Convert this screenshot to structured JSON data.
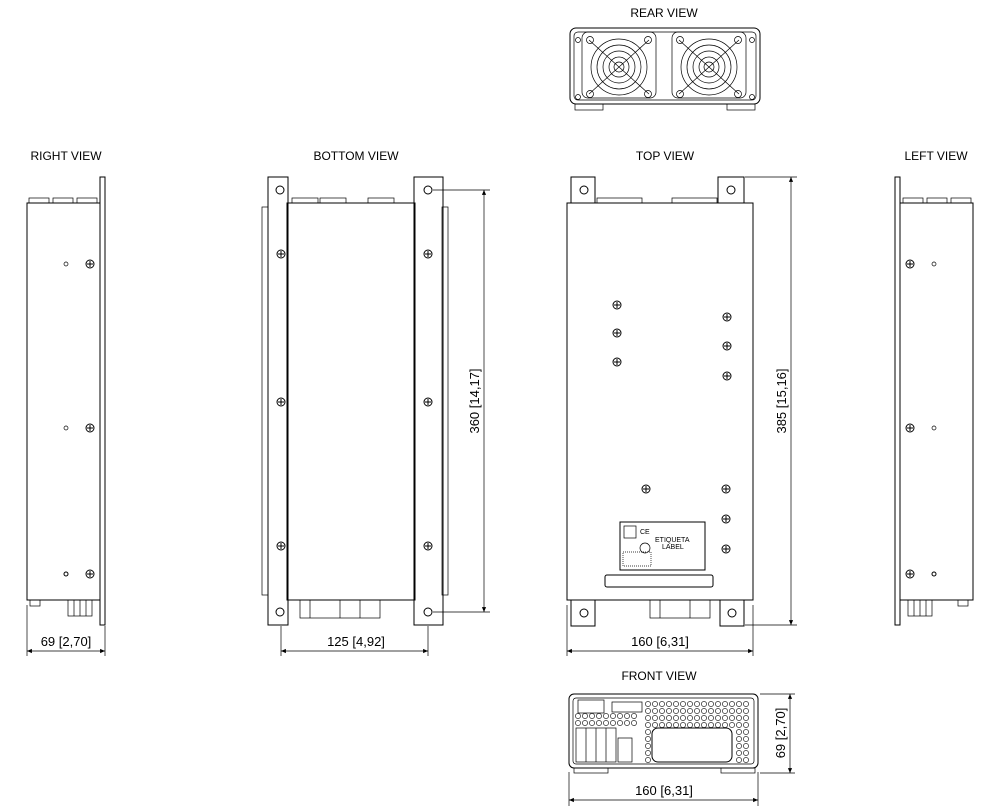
{
  "views": {
    "rear": "REAR VIEW",
    "right": "RIGHT VIEW",
    "bottom": "BOTTOM VIEW",
    "top": "TOP VIEW",
    "left": "LEFT VIEW",
    "front": "FRONT VIEW"
  },
  "dimensions": {
    "right_width": "69 [2,70]",
    "bottom_width": "125 [4,92]",
    "bottom_height": "360 [14,17]",
    "top_width": "160 [6,31]",
    "top_height": "385 [15,16]",
    "front_width": "160 [6,31]",
    "front_height": "69 [2,70]"
  },
  "label": {
    "line1": "ETIQUETA",
    "line2": "LABEL"
  }
}
